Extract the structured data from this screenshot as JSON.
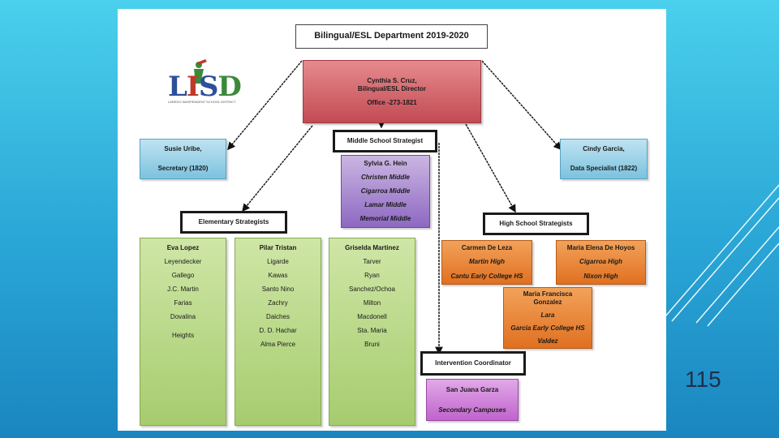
{
  "title": "Bilingual/ESL Department 2019-2020",
  "logo": {
    "letters": [
      "L",
      "I",
      "S",
      "D"
    ],
    "tagline": "LAREDO INDEPENDENT SCHOOL DISTRICT"
  },
  "director": {
    "name": "Cynthia S. Cruz,",
    "role": "Bilingual/ESL Director",
    "office": "Office -273-1821"
  },
  "secretary": {
    "name": "Susie Uribe,",
    "role": "Secretary (1820)"
  },
  "data_specialist": {
    "name": "Cindy Garcia,",
    "role": "Data Specialist (1822)"
  },
  "middle_school": {
    "label": "Middle School Strategist",
    "name": "Sylvia G. Hein",
    "schools": [
      "Christen Middle",
      "Cigarroa Middle",
      "Lamar Middle",
      "Memorial Middle"
    ]
  },
  "elementary": {
    "label": "Elementary Strategists",
    "columns": [
      {
        "name": "Eva Lopez",
        "schools": [
          "Leyendecker",
          "Gallego",
          "J.C. Martin",
          "Farias",
          "Dovalina",
          "Heights"
        ]
      },
      {
        "name": "Pilar Tristan",
        "schools": [
          "Ligarde",
          "Kawas",
          "Santo Nino",
          "Zachry",
          "Daiches",
          "D. D. Hachar",
          "Alma Pierce"
        ]
      },
      {
        "name": "Griselda Martinez",
        "schools": [
          "Tarver",
          "Ryan",
          "Sanchez/Ochoa",
          "Milton",
          "Macdonell",
          "Sta. Maria",
          "Bruni"
        ]
      }
    ]
  },
  "high_school": {
    "label": "High School Strategists",
    "strategists": [
      {
        "name": "Carmen De Leza",
        "schools": [
          "Martin High",
          "Cantu Early College HS"
        ]
      },
      {
        "name": "Maria Elena De Hoyos",
        "schools": [
          "Cigarroa High",
          "Nixon High"
        ]
      },
      {
        "name": "Maria Francisca Gonzalez",
        "schools": [
          "Lara",
          "Garcia Early College HS",
          "Valdez"
        ]
      }
    ]
  },
  "intervention": {
    "label": "Intervention Coordinator",
    "name": "San Juana Garza",
    "scope": "Secondary Campuses"
  },
  "page_number": "115"
}
